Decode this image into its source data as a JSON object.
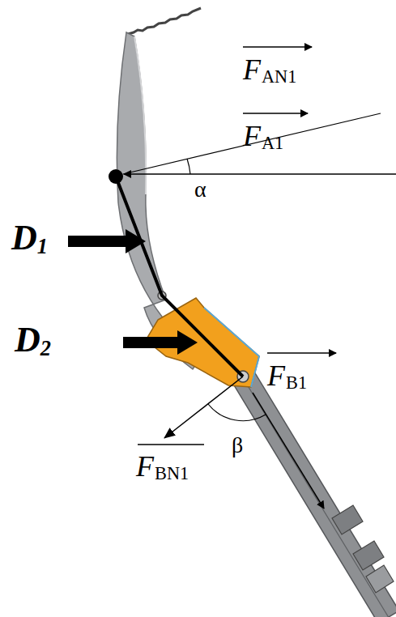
{
  "diagram": {
    "labels": [
      "FAN1",
      "FA1",
      "α",
      "D1",
      "D2",
      "FB1",
      "β",
      "FBN1"
    ]
  }
}
